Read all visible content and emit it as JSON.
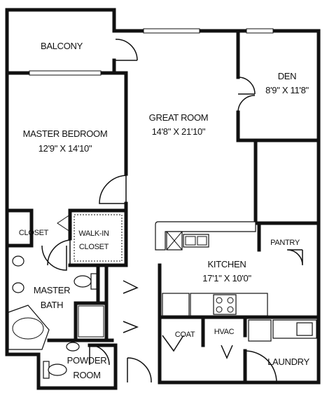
{
  "rooms": {
    "balcony": {
      "name": "BALCONY"
    },
    "den": {
      "name": "DEN",
      "dims": "8'9\" X 11'8\""
    },
    "great_room": {
      "name": "GREAT ROOM",
      "dims": "14'8\" X 21'10\""
    },
    "master_bedroom": {
      "name": "MASTER BEDROOM",
      "dims": "12'9\" X 14'10\""
    },
    "closet": {
      "name": "CLOSET"
    },
    "walk_in_closet": {
      "line1": "WALK-IN",
      "line2": "CLOSET"
    },
    "pantry": {
      "name": "PANTRY"
    },
    "kitchen": {
      "name": "KITCHEN",
      "dims": "17'1\" X 10'0\""
    },
    "master_bath": {
      "line1": "MASTER",
      "line2": "BATH"
    },
    "coat": {
      "name": "COAT"
    },
    "hvac": {
      "name": "HVAC"
    },
    "powder_room": {
      "line1": "POWDER",
      "line2": "ROOM"
    },
    "laundry": {
      "name": "LAUNDRY"
    }
  }
}
